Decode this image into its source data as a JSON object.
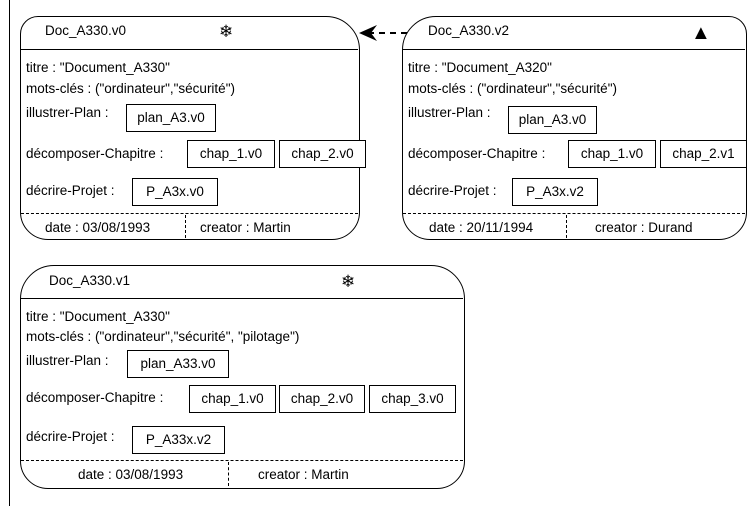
{
  "docs": {
    "v0": {
      "title": "Doc_A330.v0",
      "status_icon": "snowflake-icon",
      "titre": "titre : \"Document_A330\"",
      "mots_cles": "mots-clés : (\"ordinateur\",\"sécurité\")",
      "illustrer_label": "illustrer-Plan :",
      "plan": "plan_A3.v0",
      "decomposer_label": "décomposer-Chapitre :",
      "chapitres": [
        "chap_1.v0",
        "chap_2.v0"
      ],
      "decrire_label": "décrire-Projet :",
      "projet": "P_A3x.v0",
      "date": "date : 03/08/1993",
      "creator": "creator : Martin"
    },
    "v2": {
      "title": "Doc_A330.v2",
      "status_icon": "triangle-icon",
      "titre": "titre : \"Document_A320\"",
      "mots_cles": "mots-clés : (\"ordinateur\",\"sécurité\")",
      "illustrer_label": "illustrer-Plan :",
      "plan": "plan_A3.v0",
      "decomposer_label": "décomposer-Chapitre :",
      "chapitres": [
        "chap_1.v0",
        "chap_2.v1"
      ],
      "decrire_label": "décrire-Projet :",
      "projet": "P_A3x.v2",
      "date": "date : 20/11/1994",
      "creator": "creator : Durand"
    },
    "v1": {
      "title": "Doc_A330.v1",
      "status_icon": "snowflake-icon",
      "titre": "titre : \"Document_A330\"",
      "mots_cles": "mots-clés : (\"ordinateur\",\"sécurité\", \"pilotage\")",
      "illustrer_label": "illustrer-Plan :",
      "plan": "plan_A33.v0",
      "decomposer_label": "décomposer-Chapitre :",
      "chapitres": [
        "chap_1.v0",
        "chap_2.v0",
        "chap_3.v0"
      ],
      "decrire_label": "décrire-Projet :",
      "projet": "P_A33x.v2",
      "date": "date : 03/08/1993",
      "creator": "creator : Martin"
    }
  },
  "relation": {
    "from": "Doc_A330.v2",
    "to": "Doc_A330.v0",
    "style": "dashed-arrow"
  },
  "icons": {
    "snowflake": "❄",
    "triangle": "▲"
  }
}
